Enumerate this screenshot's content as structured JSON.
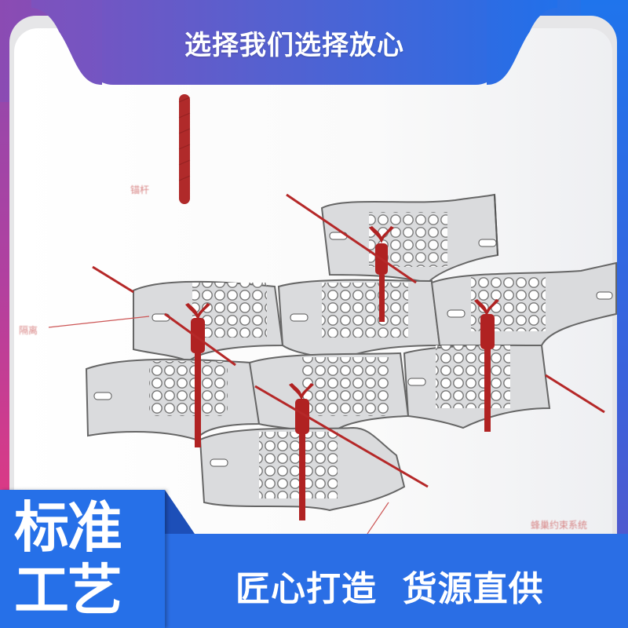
{
  "header": {
    "title": "选择我们选择放心"
  },
  "illustration": {
    "description": "geocell honeycomb confinement system diagram with anchor rods",
    "labels": {
      "anchor": "锚杆",
      "left": "隔离",
      "system": "蜂巢约束系统"
    }
  },
  "badge": {
    "line1": "标准",
    "line2": "工艺"
  },
  "slogan": {
    "text": "匠心打造  货源直供"
  },
  "colors": {
    "accent_blue": "#2a6ee5",
    "purple": "#8b4bb3",
    "pink": "#d93a86",
    "rod_red": "#b22424"
  }
}
